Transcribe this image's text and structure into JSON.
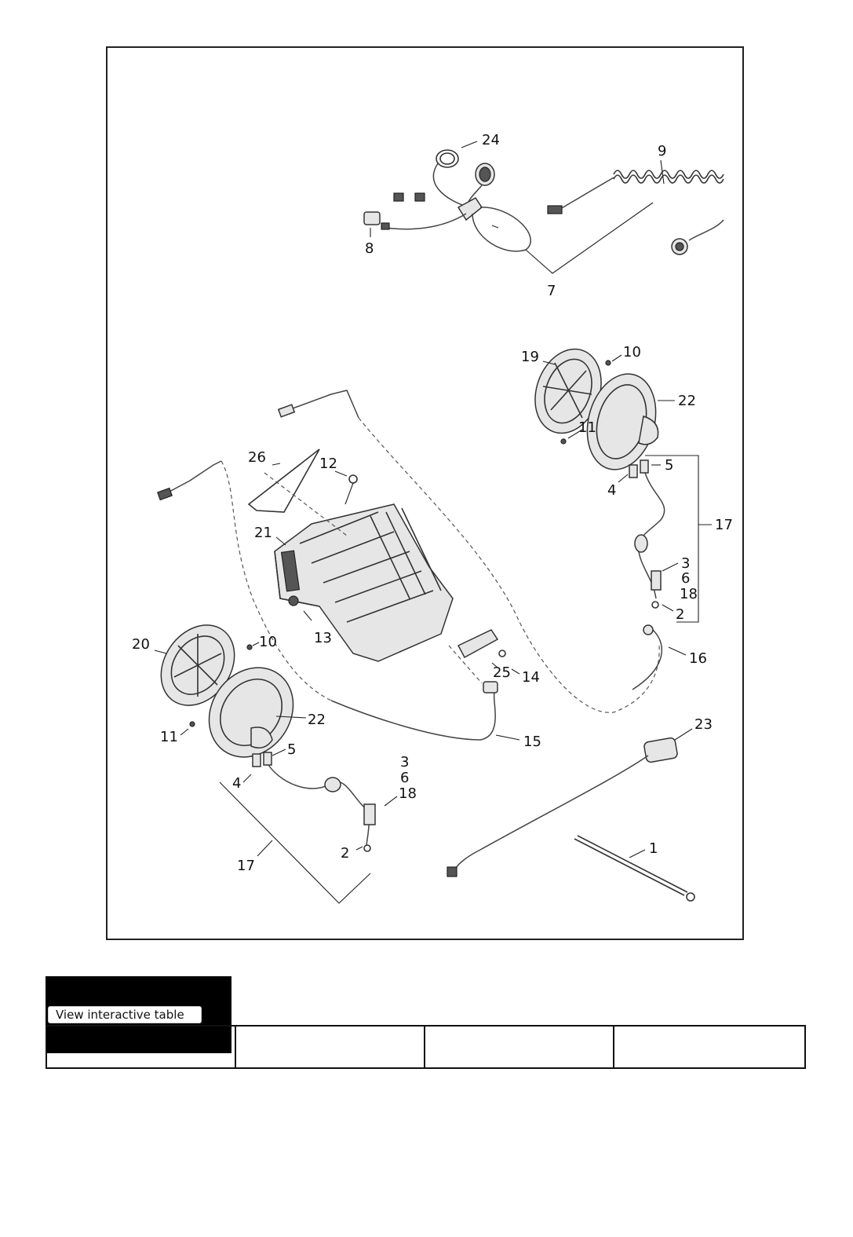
{
  "diagram": {
    "callouts": [
      "1",
      "2",
      "3",
      "4",
      "5",
      "6",
      "7",
      "8",
      "9",
      "10",
      "11",
      "12",
      "13",
      "14",
      "15",
      "16",
      "17",
      "18",
      "19",
      "20",
      "21",
      "22",
      "23",
      "24",
      "25",
      "26"
    ]
  },
  "table": {
    "view_button_label": "View interactive table"
  }
}
